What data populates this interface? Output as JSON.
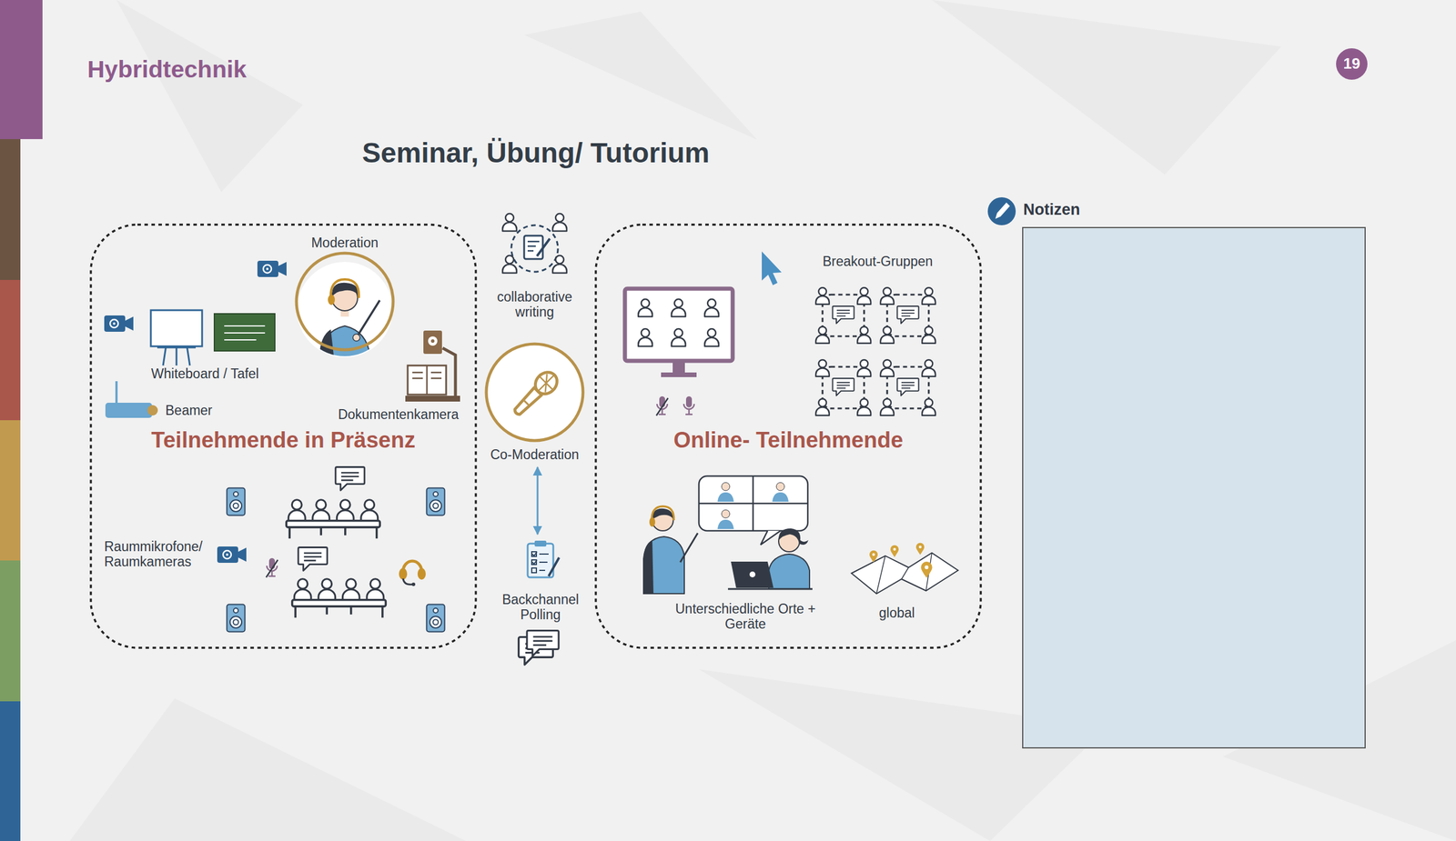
{
  "diagram": {
    "title": "Seminar, Übung/ Tutorium",
    "nodes": [
      {
        "text": [
          "Teilnehmende in Präsenz"
        ]
      },
      {
        "text": [
          "Moderation"
        ],
        "in": 0
      },
      {
        "text": [
          "Co-Moderation"
        ]
      },
      {
        "text": [
          "Backchannel Polling"
        ]
      },
      {
        "text": [
          "Online- Teilnehmende"
        ]
      },
      {
        "text": [
          "Notizen"
        ]
      }
    ],
    "edges": [
      {
        "from": 2,
        "to": 3,
        "arrow": "both"
      }
    ],
    "labels": [
      "Hybridtechnik",
      "19",
      "collaborative writing",
      "Whiteboard / Tafel",
      "Beamer",
      "Dokumentenkamera",
      "Raummikrofone/ Raumkameras",
      "Breakout-Gruppen",
      "Unterschiedliche Orte + Geräte",
      "global"
    ]
  }
}
